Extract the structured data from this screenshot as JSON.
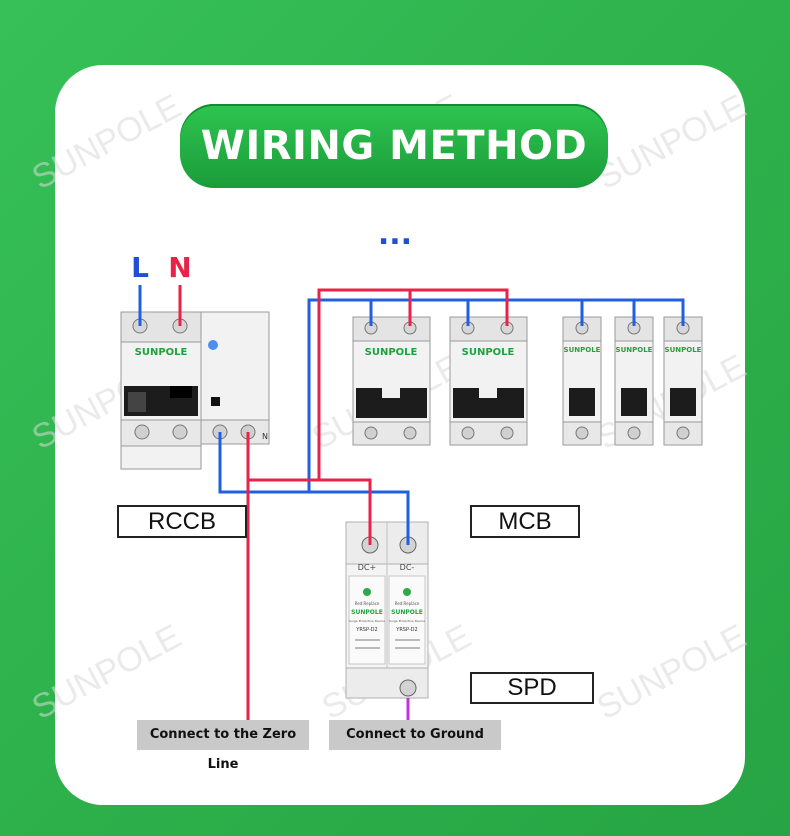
{
  "title": "WIRING METHOD",
  "ellipsis": "...",
  "terminals": {
    "live": "L",
    "neutral": "N"
  },
  "brand": "SUNPOLE",
  "watermark": "SUNPOLE",
  "labels": {
    "rccb": "RCCB",
    "mcb": "MCB",
    "spd": "SPD"
  },
  "captions": {
    "zero_line": "Connect to the Zero Line",
    "ground": "Connect to Ground"
  },
  "spd_text": {
    "dc_plus": "DC+",
    "dc_minus": "DC-",
    "replace": "Red:Replace",
    "device": "Surge Protective Device",
    "model": "YRSP-D2"
  },
  "rccb_terminal": "N",
  "colors": {
    "live_wire": "#e8234a",
    "neutral_wire": "#1f5fe0",
    "ground_wire": "#c432e0",
    "accent_green": "#1fa23c",
    "background": "#2fb44c"
  }
}
